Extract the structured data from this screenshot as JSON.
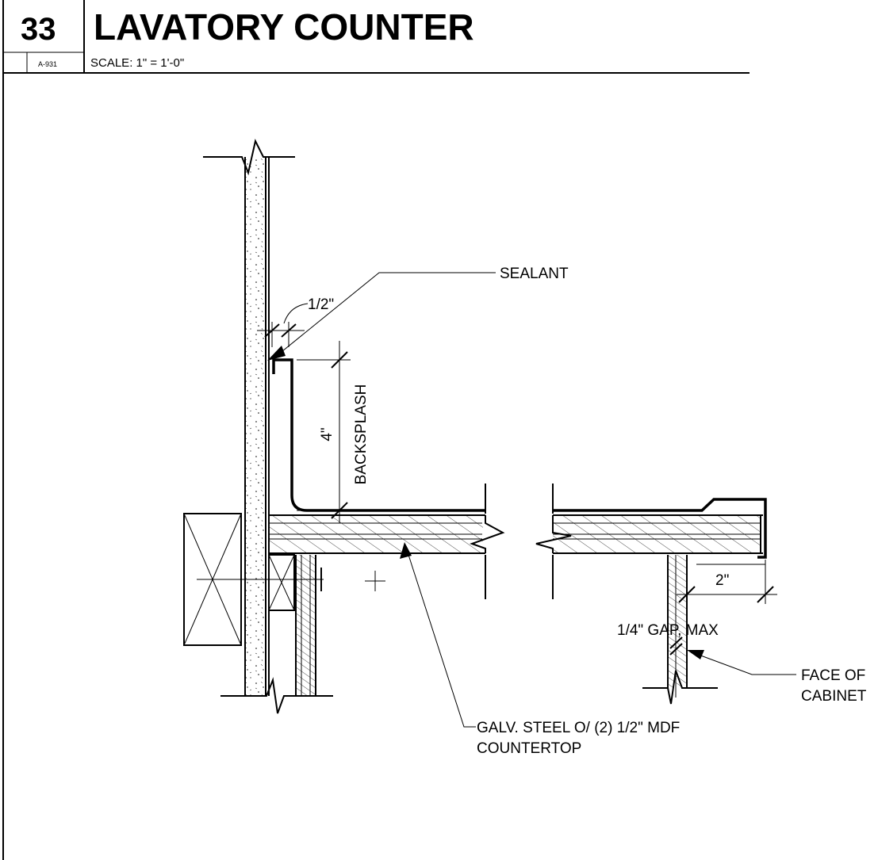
{
  "title_block": {
    "detail_number": "33",
    "title": "LAVATORY COUNTER",
    "sheet_ref": "A-931",
    "scale": "SCALE:  1\" = 1'-0\""
  },
  "labels": {
    "sealant": "SEALANT",
    "half_inch": "1/2\"",
    "four_inch": "4\"",
    "backsplash": "BACKSPLASH",
    "two_inch": "2\"",
    "gap": "1/4\" GAP, MAX",
    "face_of_cabinet_line1": "FACE OF",
    "face_of_cabinet_line2": "CABINET",
    "countertop_line1": "GALV. STEEL O/ (2) 1/2\" MDF",
    "countertop_line2": "COUNTERTOP"
  }
}
